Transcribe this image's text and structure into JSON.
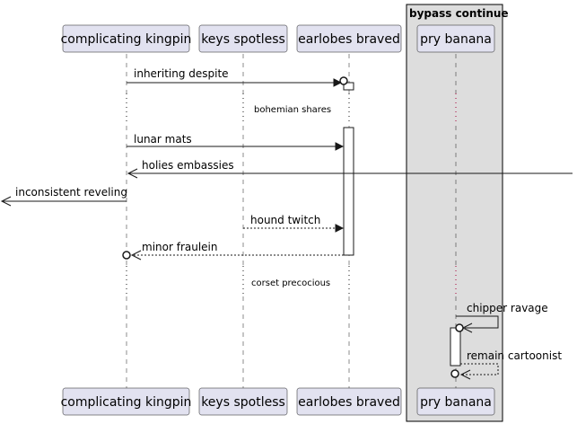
{
  "diagram": {
    "type": "sequence",
    "group": {
      "title": "bypass continue"
    },
    "participants": [
      {
        "id": "ck",
        "label": "complicating kingpin"
      },
      {
        "id": "ks",
        "label": "keys spotless"
      },
      {
        "id": "eb",
        "label": "earlobes braved"
      },
      {
        "id": "pb",
        "label": "pry banana"
      }
    ],
    "messages": [
      {
        "label": "inheriting despite",
        "from": "ck",
        "to": "eb",
        "style": "solid",
        "end": "circle"
      },
      {
        "label": "lunar mats",
        "from": "ck",
        "to": "eb",
        "style": "solid",
        "end": "arrow"
      },
      {
        "label": "holies embassies",
        "from": "right-edge",
        "to": "ck",
        "style": "solid",
        "end": "arrow"
      },
      {
        "label": "inconsistent reveling",
        "from": "ck",
        "to": "left-edge",
        "style": "solid",
        "end": "arrow"
      },
      {
        "label": "hound twitch",
        "from": "ks",
        "to": "eb",
        "style": "dashed",
        "end": "arrow"
      },
      {
        "label": "minor fraulein",
        "from": "eb",
        "to": "ck",
        "style": "dashed",
        "end": "circle-arrow"
      },
      {
        "label": "chipper ravage",
        "from": "pb",
        "to": "pb",
        "style": "solid",
        "end": "circle-arrow"
      },
      {
        "label": "remain cartoonist",
        "from": "pb",
        "to": "pb",
        "style": "dashed",
        "end": "circle-arrow"
      }
    ],
    "dividers": [
      {
        "label": "bohemian shares"
      },
      {
        "label": "corset precocious"
      }
    ]
  },
  "colors": {
    "participant_fill": "#E2E2F0",
    "group_fill": "#DDDDDD",
    "line": "#181818",
    "lifeline_accent": "#A80036"
  }
}
